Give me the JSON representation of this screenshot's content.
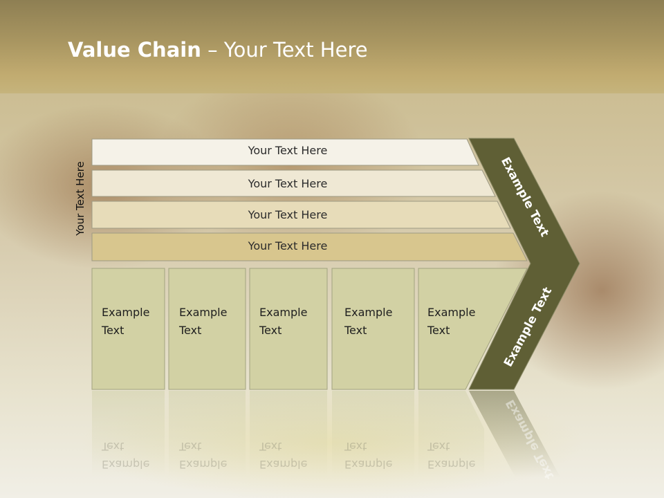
{
  "slide": {
    "title_bold": "Value Chain",
    "title_rest": " – Your Text Here",
    "side_label": "Your Text Here"
  },
  "bars": [
    {
      "label": "Your Text Here",
      "fill": "#f5f2e8"
    },
    {
      "label": "Your Text Here",
      "fill": "#efe8d4"
    },
    {
      "label": "Your Text Here",
      "fill": "#e7dcb9"
    },
    {
      "label": "Your Text Here",
      "fill": "#d8c68e"
    }
  ],
  "boxes": [
    {
      "line1": "Example",
      "line2": "Text"
    },
    {
      "line1": "Example",
      "line2": "Text"
    },
    {
      "line1": "Example",
      "line2": "Text"
    },
    {
      "line1": "Example",
      "line2": "Text"
    },
    {
      "line1": "Example",
      "line2": "Text"
    }
  ],
  "arrow": {
    "upper_label": "Example Text",
    "lower_label": "Example Text",
    "fill": "#5f5f35"
  },
  "colors": {
    "box_fill": "#d2d1a4",
    "box_stroke": "#a2a37f"
  }
}
